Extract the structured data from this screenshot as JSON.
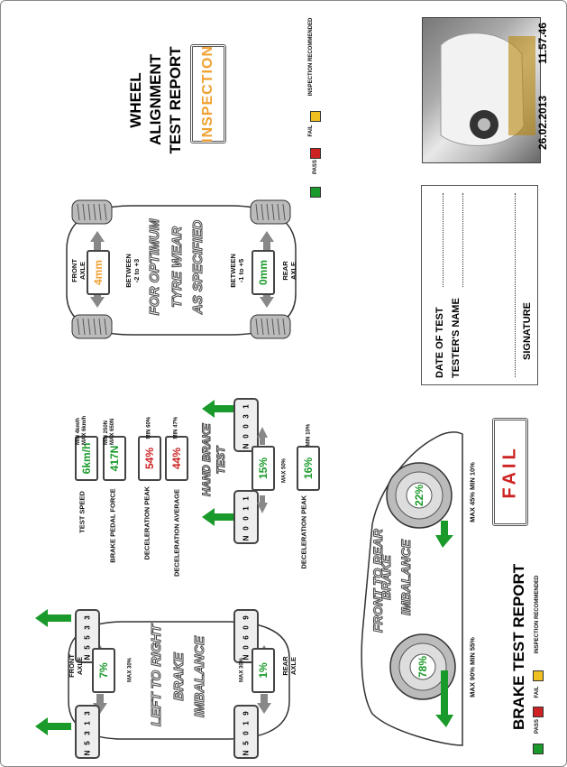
{
  "wheel_alignment": {
    "title_line1": "WHEEL",
    "title_line2": "ALIGNMENT",
    "title_line3": "TEST REPORT",
    "overall_result": "INSPECTION",
    "legend": {
      "pass": "PASS",
      "fail": "FAIL",
      "inspection": "INSPECTION RECOMMENDED"
    },
    "front_axle_label": "FRONT\nAXLE",
    "front_value": "4mm",
    "front_range": "BETWEEN\n-2 to +3",
    "rear_axle_label": "REAR\nAXLE",
    "rear_value": "0mm",
    "rear_range": "BETWEEN\n-1 to +5",
    "slogan1": "FOR OPTIMUM",
    "slogan2": "TYRE WEAR",
    "slogan3": "AS SPECIFIED"
  },
  "photo": {
    "date": "26.02.2013",
    "time": "11.57.46"
  },
  "form": {
    "date_of_test": "DATE OF TEST",
    "testers_name": "TESTER'S NAME",
    "signature": "SIGNATURE"
  },
  "brake": {
    "title": "BRAKE TEST REPORT",
    "overall_result": "FAIL",
    "legend": {
      "pass": "PASS",
      "fail": "FAIL",
      "inspection": "INSPECTION RECOMMENDED"
    },
    "test_speed_label": "TEST SPEED",
    "test_speed_value": "6km/h",
    "test_speed_limits": "MIN 4km/h\nMAX 6km/h",
    "pedal_label": "BRAKE PEDAL FORCE",
    "pedal_value": "417N",
    "pedal_limits": "MIN 250N\nMAX 650N",
    "decel_peak_label": "DECELERATION PEAK",
    "decel_peak_value": "54%",
    "decel_peak_limit": "MIN 60%",
    "decel_avg_label": "DECELERATION AVERAGE",
    "decel_avg_value": "44%",
    "decel_avg_limit": "MIN 47%",
    "hand_brake_title1": "HAND BRAKE",
    "hand_brake_title2": "TEST",
    "hand_value": "15%",
    "hand_max": "MAX 50%",
    "hand_left_digits": [
      "1",
      "1",
      "0",
      "0",
      "N"
    ],
    "hand_right_digits": [
      "1",
      "3",
      "0",
      "0",
      "N"
    ],
    "hand_decel_label": "DECELERATION PEAK",
    "hand_decel_value": "16%",
    "hand_decel_limit": "MIN 10%",
    "lr_title1": "LEFT TO RIGHT",
    "lr_title2": "BRAKE",
    "lr_title3": "IMBALANCE",
    "lr_front_label": "FRONT\nAXLE",
    "lr_front_value": "7%",
    "lr_front_max": "MAX 30%",
    "lr_rear_label": "REAR\nAXLE",
    "lr_rear_value": "1%",
    "lr_rear_max": "MAX 30%",
    "lr_fl_digits": [
      "3",
      "1",
      "3",
      "5",
      "N"
    ],
    "lr_fr_digits": [
      "3",
      "3",
      "5",
      "5",
      "N"
    ],
    "lr_rl_digits": [
      "9",
      "1",
      "0",
      "5",
      "N"
    ],
    "lr_rr_digits": [
      "9",
      "0",
      "6",
      "0",
      "N"
    ],
    "fr_title1": "FRONT TO REAR",
    "fr_title2": "BRAKE",
    "fr_title3": "IMBALANCE",
    "fr_front_value": "22%",
    "fr_front_limits": "MAX 45%  MIN 10%",
    "fr_rear_value": "78%",
    "fr_rear_limits": "MAX 90%  MIN 55%"
  },
  "colors": {
    "pass": "#1a9a2a",
    "fail": "#cc2222",
    "inspection": "#f0c020",
    "arrow": "#1a9a2a"
  }
}
